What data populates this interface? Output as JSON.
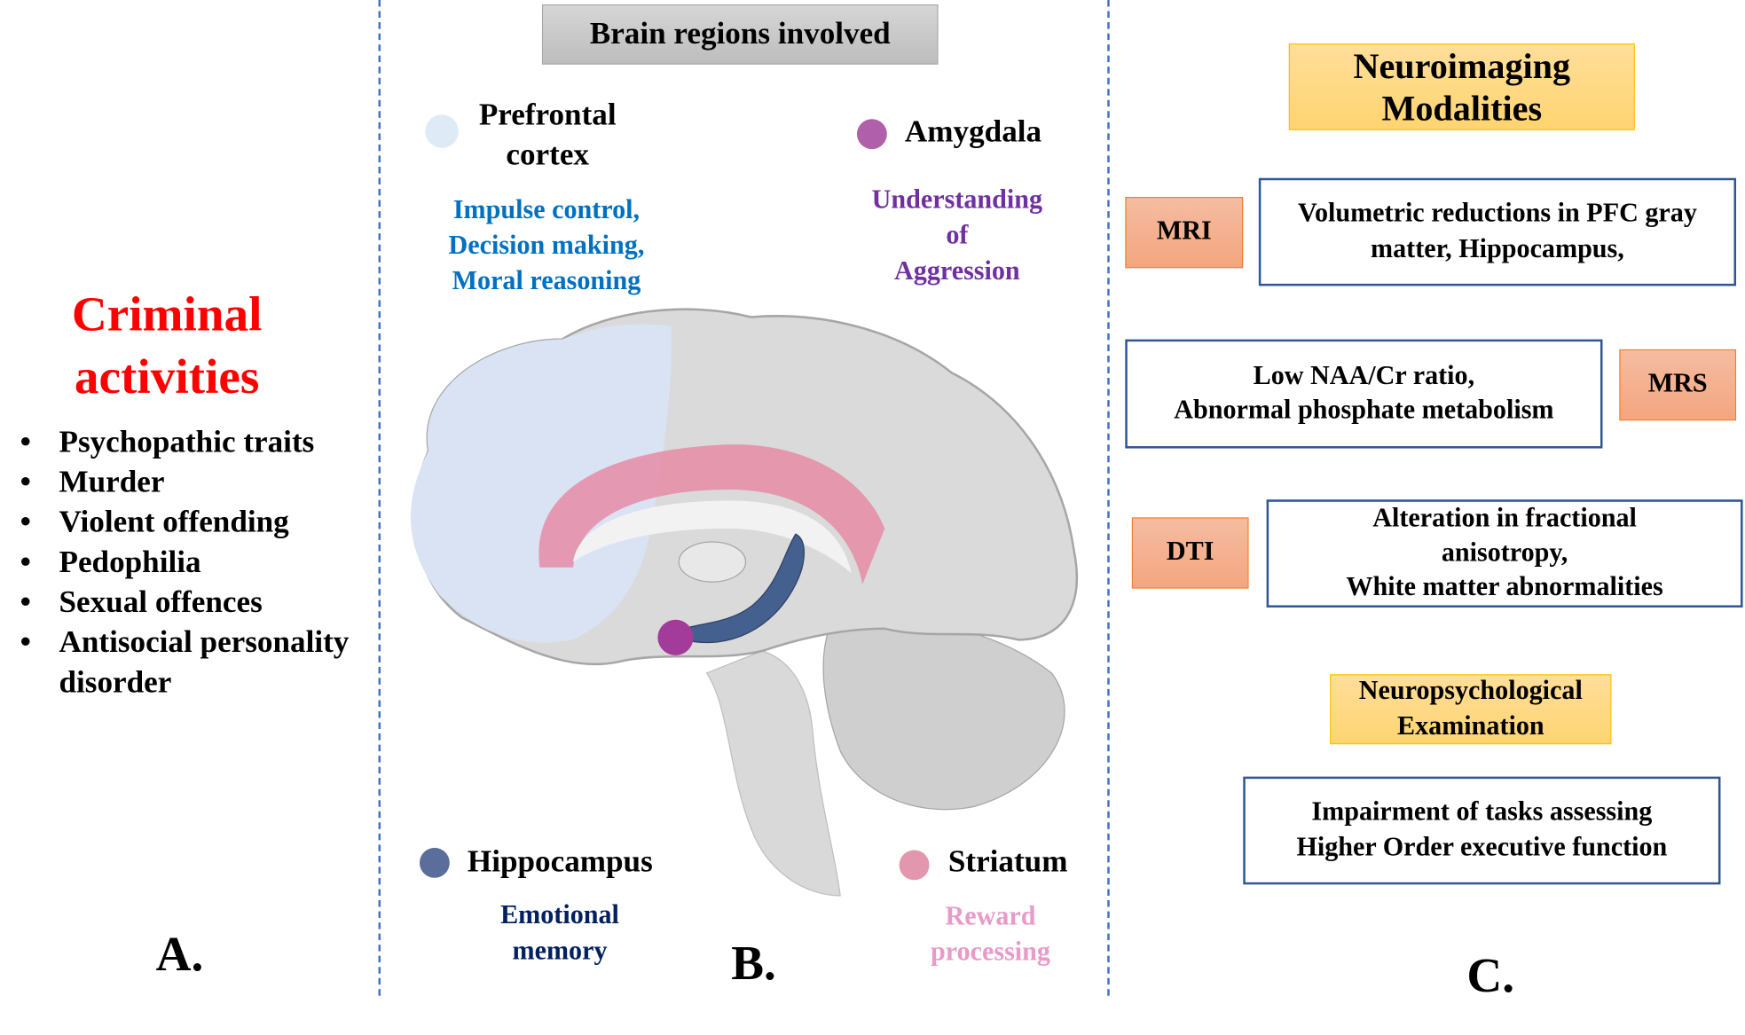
{
  "panel_a": {
    "title_line1": "Criminal",
    "title_line2": "activities",
    "title_color": "#FF0000",
    "bullet": "•",
    "items": [
      "Psychopathic traits",
      "Murder",
      "Violent offending",
      "Pedophilia",
      "Sexual offences",
      "Antisocial personality disorder"
    ],
    "label": "A."
  },
  "panel_b": {
    "title": "Brain regions involved",
    "regions": [
      {
        "name_line1": "Prefrontal",
        "name_line2": "cortex",
        "color": "#DEEBF7",
        "function_lines": [
          "Impulse control,",
          "Decision making,",
          "Moral reasoning"
        ],
        "function_color": "#0070C0"
      },
      {
        "name_line1": "Amygdala",
        "color": "#B05FAA",
        "function_lines": [
          "Understanding",
          "of",
          "Aggression"
        ],
        "function_color": "#7030A0"
      },
      {
        "name_line1": "Hippocampus",
        "color": "#5B6E9B",
        "function_lines": [
          "Emotional",
          "memory"
        ],
        "function_color": "#002060"
      },
      {
        "name_line1": "Striatum",
        "color": "#E397AE",
        "function_lines": [
          "Reward",
          "processing"
        ],
        "function_color": "#E89AC8"
      }
    ],
    "label": "B."
  },
  "panel_c": {
    "title_line1": "Neuroimaging",
    "title_line2": "Modalities",
    "modalities": [
      {
        "name": "MRI",
        "finding_lines": [
          "Volumetric reductions in PFC gray",
          "matter, Hippocampus,"
        ]
      },
      {
        "name": "MRS",
        "finding_lines": [
          "Low NAA/Cr ratio,",
          "Abnormal phosphate metabolism"
        ]
      },
      {
        "name": "DTI",
        "finding_lines": [
          "Alteration in fractional",
          "anisotropy,",
          "White matter abnormalities"
        ]
      }
    ],
    "neuropsych_line1": "Neuropsychological",
    "neuropsych_line2": "Examination",
    "neuropsych_finding_lines": [
      "Impairment of tasks assessing",
      "Higher Order executive function"
    ],
    "label": "C."
  }
}
